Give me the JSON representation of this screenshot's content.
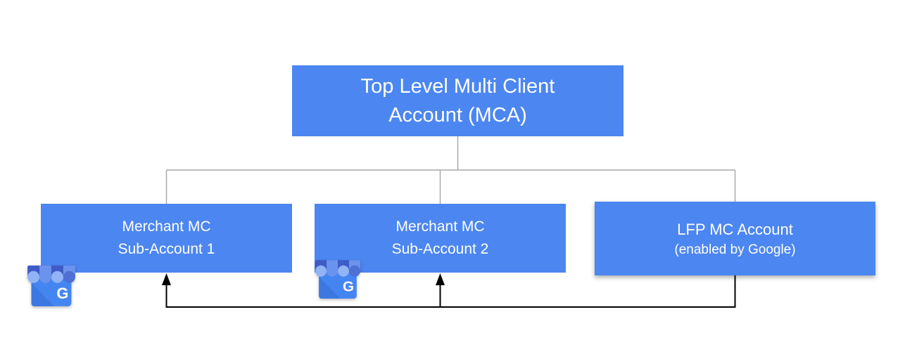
{
  "diagram": {
    "type": "account-hierarchy",
    "nodes": {
      "mca": {
        "line1": "Top Level Multi Client",
        "line2": "Account (MCA)"
      },
      "sub1": {
        "line1": "Merchant MC",
        "line2": "Sub-Account 1"
      },
      "sub2": {
        "line1": "Merchant MC",
        "line2": "Sub-Account 2"
      },
      "lfp": {
        "line1": "LFP MC Account",
        "line2": "(enabled by Google)"
      }
    },
    "edges": [
      {
        "from": "mca",
        "to": "sub1",
        "style": "tree-connector-gray"
      },
      {
        "from": "mca",
        "to": "sub2",
        "style": "tree-connector-gray"
      },
      {
        "from": "mca",
        "to": "lfp",
        "style": "tree-connector-gray"
      },
      {
        "from": "lfp",
        "to": "sub1",
        "style": "black-arrow"
      },
      {
        "from": "lfp",
        "to": "sub2",
        "style": "black-arrow"
      }
    ],
    "icons": {
      "business_profile_name": "google-business-profile-storefront",
      "business_profile_letter": "G"
    },
    "colors": {
      "node_fill": "#4C86F0",
      "node_text": "#FFFFFF",
      "connector_gray": "#AAAAAA",
      "arrow_black": "#000000",
      "background": "#FFFFFF",
      "icon_awning_dark": "#3E5BC6",
      "icon_awning_medium": "#6B92EC",
      "icon_scallop_light": "#92B3F5",
      "icon_scallop_dark": "#4E6FD3",
      "icon_body": "#4486F1",
      "icon_body_shade": "#3D78E2"
    }
  }
}
